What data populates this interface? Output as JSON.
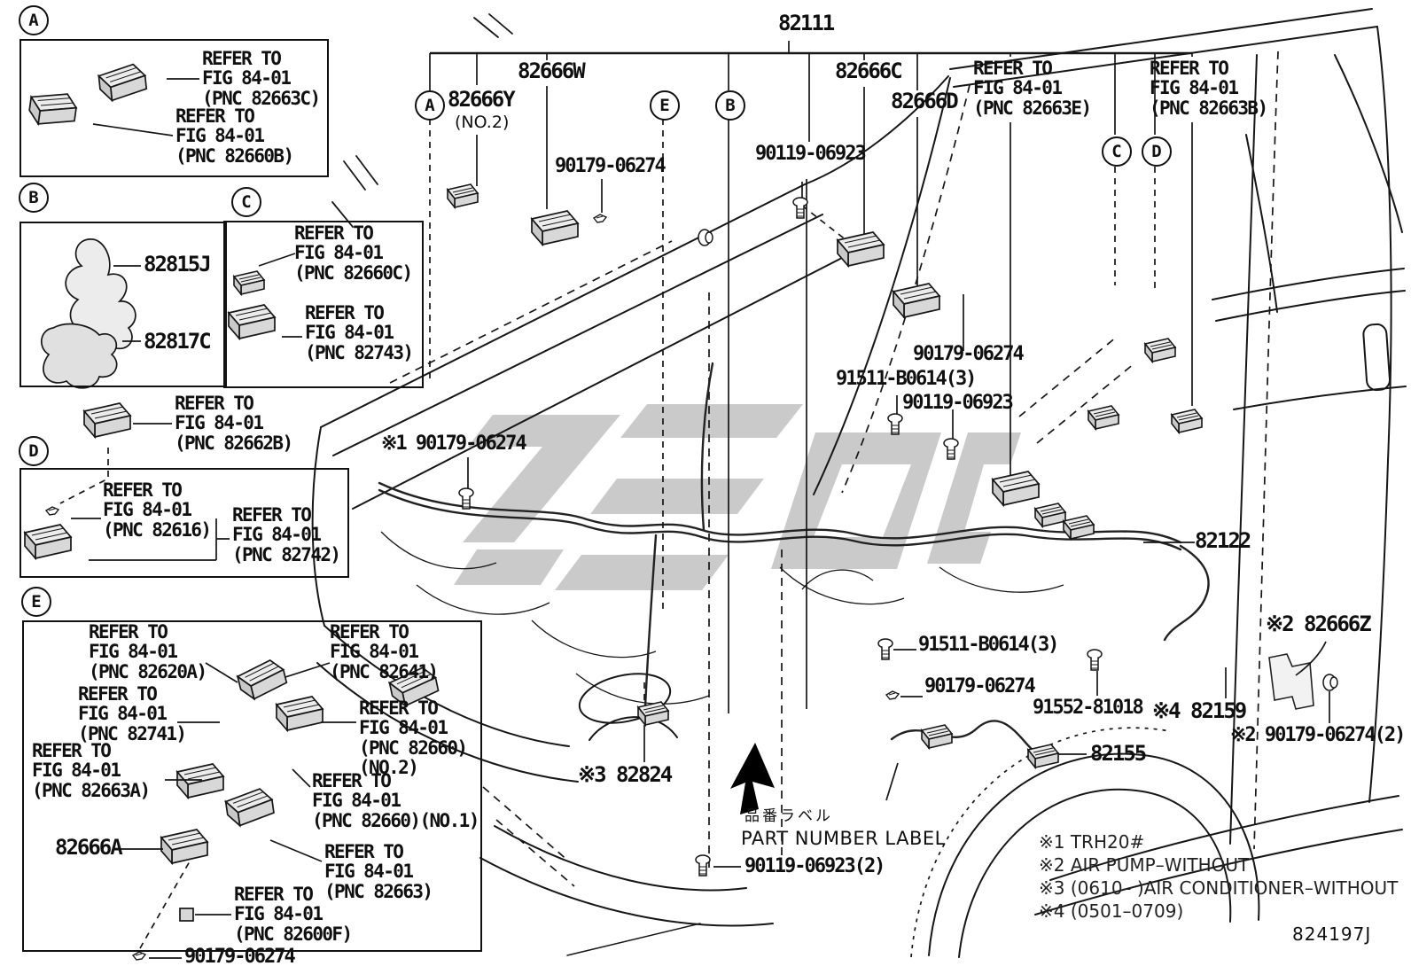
{
  "figure": {
    "code": "824197J"
  },
  "top": {
    "circles": {
      "a": "A",
      "b": "B",
      "c": "C",
      "d": "D",
      "e": "E"
    },
    "labels": {
      "l82111": "82111",
      "l82666W": "82666W",
      "l82666Y": "82666Y",
      "l82666Y_sub": "(NO.2)",
      "l82666C": "82666C",
      "l82666D": "82666D",
      "ref_82663E": "REFER TO\nFIG 84-01\n(PNC 82663E)",
      "ref_82663B": "REFER TO\nFIG 84-01\n(PNC 82663B)",
      "l90179_top": "90179-06274",
      "l90119_top": "90119-06923"
    }
  },
  "boxes": {
    "a": {
      "letter": "A",
      "ref1": "REFER TO\nFIG 84-01\n(PNC 82663C)",
      "ref2": "REFER TO\nFIG 84-01\n(PNC 82660B)"
    },
    "b": {
      "letter": "B",
      "part1": "82815J",
      "part2": "82817C"
    },
    "c": {
      "letter": "C",
      "ref1": "REFER TO\nFIG 84-01\n(PNC 82660C)",
      "ref2": "REFER TO\nFIG 84-01\n(PNC 82743)"
    },
    "d": {
      "letter": "D",
      "above_ref": "REFER TO\nFIG 84-01\n(PNC 82662B)",
      "ref1": "REFER TO\nFIG 84-01\n(PNC 82616)",
      "ref2": "REFER TO\nFIG 84-01\n(PNC 82742)"
    },
    "e": {
      "letter": "E",
      "ref_82620A": "REFER TO\nFIG 84-01\n(PNC 82620A)",
      "ref_82641": "REFER TO\nFIG 84-01\n(PNC 82641)",
      "ref_82741": "REFER TO\nFIG 84-01\n(PNC 82741)",
      "ref_82660_no2": "REFER TO\nFIG 84-01\n(PNC 82660)\n(NO.2)",
      "ref_82663A": "REFER TO\nFIG 84-01\n(PNC 82663A)",
      "ref_82660_no1": "REFER TO\nFIG 84-01\n(PNC 82660)(NO.1)",
      "part_82666A": "82666A",
      "ref_82663": "REFER TO\nFIG 84-01\n(PNC 82663)",
      "ref_82600F": "REFER TO\nFIG 84-01\n(PNC 82600F)"
    }
  },
  "callouts": {
    "c90179_mid": "90179-06274",
    "c91511_a": "91511-B0614(3)",
    "c90119_mid": "90119-06923",
    "c90179_s1": "※1 90179-06274",
    "c82122": "82122",
    "c82666Z": "※2 82666Z",
    "c91511_b": "91511-B0614(3)",
    "c90179_low": "90179-06274",
    "c91552": "91552-81018",
    "c82159": "※4 82159",
    "c90179_x2": "※2 90179-06274(2)",
    "c82155": "82155",
    "c82824": "※3 82824",
    "part_label_jp": "品番ラベル",
    "part_label_en": "PART NUMBER LABEL",
    "c90119_x2": "90119-06923(2)",
    "c90179_bottom": "90179-06274"
  },
  "notes": {
    "n1": "※1 TRH20#",
    "n2": "※2 AIR PUMP–WITHOUT",
    "n3": "※3 (0610–      )AIR CONDITIONER–WITHOUT",
    "n4": "※4 (0501–0709)"
  },
  "colors": {
    "line": "#161616",
    "watermark": "#b6b6b6"
  }
}
